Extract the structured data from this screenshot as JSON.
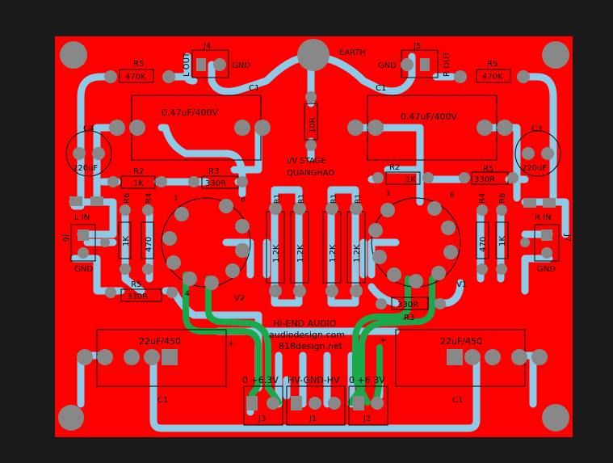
{
  "colors": {
    "outer": "#1a1a1a",
    "board": "#ff0000",
    "trace_top": "#8ecae6",
    "trace_bottom": "#1aa84a",
    "pad": "#888888",
    "silk": "#000000"
  },
  "labels": {
    "earth": "EARTH",
    "j4": "J4",
    "j5": "J5",
    "l_out": "L OUT",
    "r_out": "R OUT",
    "gnd": "GND",
    "r5": "R5",
    "r470k": "470K",
    "c1": "C1",
    "cap_main": "0.47uF/400V",
    "c4": "C4",
    "c3": "C3",
    "cap_220": "220uF",
    "r10": "10R",
    "iv_stage": "I/V STAGE",
    "quanghao": "QUANGHAO",
    "r2": "R2",
    "r3": "R3",
    "r1k": "1K",
    "r330": "330R",
    "r6": "R6",
    "r4": "R4",
    "r1": "R1",
    "r1_2k": "1.2K",
    "r470": "470",
    "l_in": "L IN",
    "r_in": "R IN",
    "j6": "J6",
    "j7": "J7",
    "v1": "V1",
    "v2": "V2",
    "pin4": "4",
    "pin6": "6",
    "pin1": "1",
    "hiend": "HI-END AUDIO",
    "site1": "audiodesign.com",
    "site2": "818design.net",
    "cap_22": "22uF/450",
    "plus": "+",
    "power_left": "0  +6.3V",
    "power_mid": "HV-GND-HV",
    "power_right": "0 +6.3V",
    "j1": "J1",
    "j2": "J2",
    "j3": "J3"
  }
}
